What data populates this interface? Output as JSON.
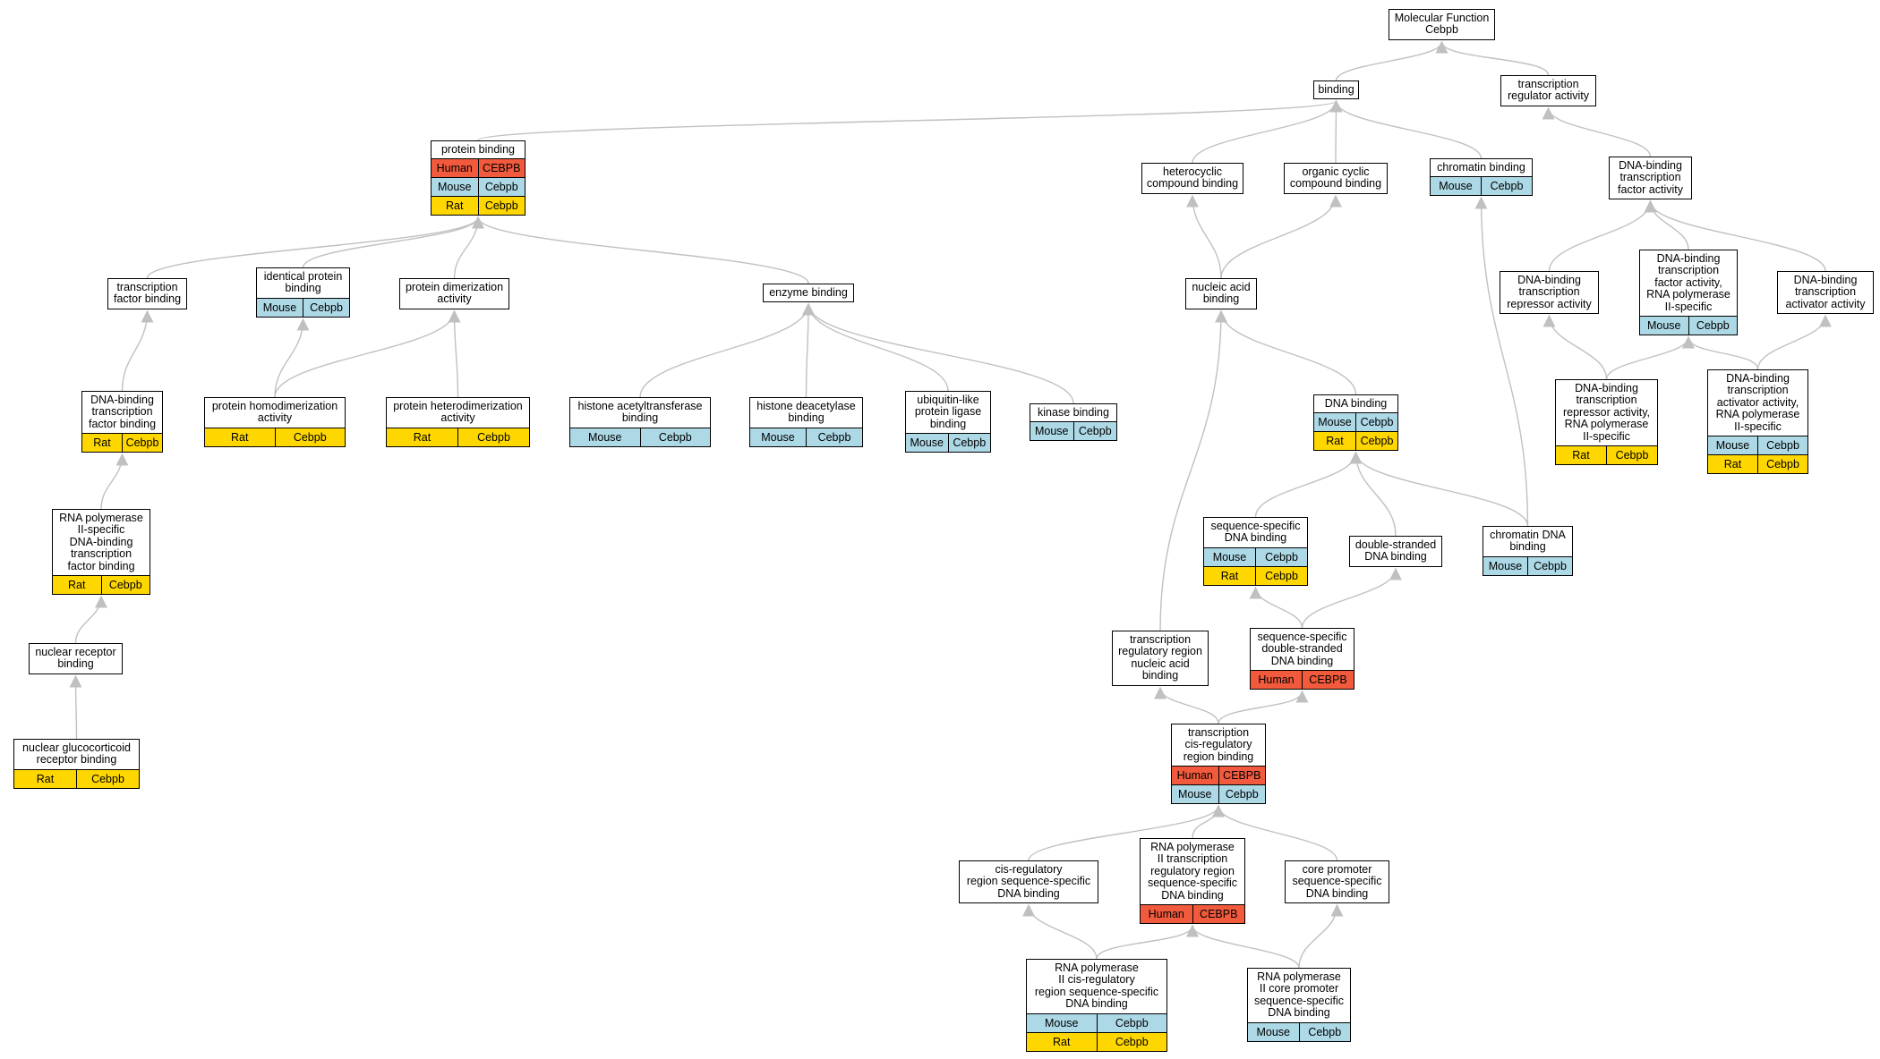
{
  "colors": {
    "Human": "#f15a3c",
    "Mouse": "#add8e6",
    "Rat": "#ffd700",
    "edge": "#c0c0c0",
    "border": "#000000"
  },
  "nodes": [
    {
      "id": "molecular-function",
      "label": "Molecular Function\nCebpb",
      "rows": []
    },
    {
      "id": "binding",
      "label": "binding",
      "rows": []
    },
    {
      "id": "transcription-regulator-activity",
      "label": "transcription\nregulator activity",
      "rows": []
    },
    {
      "id": "protein-binding",
      "label": "protein binding",
      "rows": [
        [
          "Human",
          "CEBPB"
        ],
        [
          "Mouse",
          "Cebpb"
        ],
        [
          "Rat",
          "Cebpb"
        ]
      ]
    },
    {
      "id": "heterocyclic-compound-binding",
      "label": "heterocyclic\ncompound binding",
      "rows": []
    },
    {
      "id": "organic-cyclic-compound-binding",
      "label": "organic cyclic\ncompound binding",
      "rows": []
    },
    {
      "id": "chromatin-binding",
      "label": "chromatin binding",
      "rows": [
        [
          "Mouse",
          "Cebpb"
        ]
      ]
    },
    {
      "id": "dbtf-activity",
      "label": "DNA-binding\ntranscription\nfactor activity",
      "rows": []
    },
    {
      "id": "transcription-factor-binding",
      "label": "transcription\nfactor binding",
      "rows": []
    },
    {
      "id": "identical-protein-binding",
      "label": "identical protein\nbinding",
      "rows": [
        [
          "Mouse",
          "Cebpb"
        ]
      ]
    },
    {
      "id": "protein-dimerization-activity",
      "label": "protein dimerization\nactivity",
      "rows": []
    },
    {
      "id": "enzyme-binding",
      "label": "enzyme binding",
      "rows": []
    },
    {
      "id": "nucleic-acid-binding",
      "label": "nucleic acid\nbinding",
      "rows": []
    },
    {
      "id": "dbt-repressor-activity",
      "label": "DNA-binding\ntranscription\nrepressor activity",
      "rows": []
    },
    {
      "id": "dbtf-activity-rnap2",
      "label": "DNA-binding\ntranscription\nfactor activity,\nRNA polymerase\nII-specific",
      "rows": [
        [
          "Mouse",
          "Cebpb"
        ]
      ]
    },
    {
      "id": "dbt-activator-activity",
      "label": "DNA-binding\ntranscription\nactivator activity",
      "rows": []
    },
    {
      "id": "dbtf-binding",
      "label": "DNA-binding\ntranscription\nfactor binding",
      "rows": [
        [
          "Rat",
          "Cebpb"
        ]
      ]
    },
    {
      "id": "protein-homodimerization-activity",
      "label": "protein homodimerization\nactivity",
      "rows": [
        [
          "Rat",
          "Cebpb"
        ]
      ]
    },
    {
      "id": "protein-heterodimerization-activity",
      "label": "protein heterodimerization\nactivity",
      "rows": [
        [
          "Rat",
          "Cebpb"
        ]
      ]
    },
    {
      "id": "histone-acetyltransferase-binding",
      "label": "histone acetyltransferase\nbinding",
      "rows": [
        [
          "Mouse",
          "Cebpb"
        ]
      ]
    },
    {
      "id": "histone-deacetylase-binding",
      "label": "histone deacetylase\nbinding",
      "rows": [
        [
          "Mouse",
          "Cebpb"
        ]
      ]
    },
    {
      "id": "ubiquitin-like-protein-ligase-binding",
      "label": "ubiquitin-like\nprotein ligase\nbinding",
      "rows": [
        [
          "Mouse",
          "Cebpb"
        ]
      ]
    },
    {
      "id": "kinase-binding",
      "label": "kinase binding",
      "rows": [
        [
          "Mouse",
          "Cebpb"
        ]
      ]
    },
    {
      "id": "dna-binding",
      "label": "DNA binding",
      "rows": [
        [
          "Mouse",
          "Cebpb"
        ],
        [
          "Rat",
          "Cebpb"
        ]
      ]
    },
    {
      "id": "dbt-repressor-activity-rnap2",
      "label": "DNA-binding\ntranscription\nrepressor activity,\nRNA polymerase\nII-specific",
      "rows": [
        [
          "Rat",
          "Cebpb"
        ]
      ]
    },
    {
      "id": "dbt-activator-activity-rnap2",
      "label": "DNA-binding\ntranscription\nactivator activity,\nRNA polymerase\nII-specific",
      "rows": [
        [
          "Mouse",
          "Cebpb"
        ],
        [
          "Rat",
          "Cebpb"
        ]
      ]
    },
    {
      "id": "rnap2-dbtf-binding",
      "label": "RNA polymerase\nII-specific\nDNA-binding\ntranscription\nfactor binding",
      "rows": [
        [
          "Rat",
          "Cebpb"
        ]
      ]
    },
    {
      "id": "sequence-specific-dna-binding",
      "label": "sequence-specific\nDNA binding",
      "rows": [
        [
          "Mouse",
          "Cebpb"
        ],
        [
          "Rat",
          "Cebpb"
        ]
      ]
    },
    {
      "id": "double-stranded-dna-binding",
      "label": "double-stranded\nDNA binding",
      "rows": []
    },
    {
      "id": "chromatin-dna-binding",
      "label": "chromatin DNA\nbinding",
      "rows": [
        [
          "Mouse",
          "Cebpb"
        ]
      ]
    },
    {
      "id": "nuclear-receptor-binding",
      "label": "nuclear receptor\nbinding",
      "rows": []
    },
    {
      "id": "transcription-regulatory-region-nucleic-acid-binding",
      "label": "transcription\nregulatory region\nnucleic acid\nbinding",
      "rows": []
    },
    {
      "id": "sequence-specific-ds-dna-binding",
      "label": "sequence-specific\ndouble-stranded\nDNA binding",
      "rows": [
        [
          "Human",
          "CEBPB"
        ]
      ]
    },
    {
      "id": "nuclear-glucocorticoid-receptor-binding",
      "label": "nuclear glucocorticoid\nreceptor binding",
      "rows": [
        [
          "Rat",
          "Cebpb"
        ]
      ]
    },
    {
      "id": "transcription-cis-regulatory-region-binding",
      "label": "transcription\ncis-regulatory\nregion binding",
      "rows": [
        [
          "Human",
          "CEBPB"
        ],
        [
          "Mouse",
          "Cebpb"
        ]
      ]
    },
    {
      "id": "cis-regulatory-region-ss-dna-binding",
      "label": "cis-regulatory\nregion sequence-specific\nDNA binding",
      "rows": []
    },
    {
      "id": "rnap2-transcription-regulatory-region-ss-dna-binding",
      "label": "RNA polymerase\nII transcription\nregulatory region\nsequence-specific\nDNA binding",
      "rows": [
        [
          "Human",
          "CEBPB"
        ]
      ]
    },
    {
      "id": "core-promoter-ss-dna-binding",
      "label": "core promoter\nsequence-specific\nDNA binding",
      "rows": []
    },
    {
      "id": "rnap2-cis-regulatory-region-ss-dna-binding",
      "label": "RNA polymerase\nII cis-regulatory\nregion sequence-specific\nDNA binding",
      "rows": [
        [
          "Mouse",
          "Cebpb"
        ],
        [
          "Rat",
          "Cebpb"
        ]
      ]
    },
    {
      "id": "rnap2-core-promoter-ss-dna-binding",
      "label": "RNA polymerase\nII core promoter\nsequence-specific\nDNA binding",
      "rows": [
        [
          "Mouse",
          "Cebpb"
        ]
      ]
    }
  ],
  "edges": [
    [
      "binding",
      "molecular-function"
    ],
    [
      "transcription-regulator-activity",
      "molecular-function"
    ],
    [
      "protein-binding",
      "binding"
    ],
    [
      "heterocyclic-compound-binding",
      "binding"
    ],
    [
      "organic-cyclic-compound-binding",
      "binding"
    ],
    [
      "chromatin-binding",
      "binding"
    ],
    [
      "dbtf-activity",
      "transcription-regulator-activity"
    ],
    [
      "transcription-factor-binding",
      "protein-binding"
    ],
    [
      "identical-protein-binding",
      "protein-binding"
    ],
    [
      "protein-dimerization-activity",
      "protein-binding"
    ],
    [
      "enzyme-binding",
      "protein-binding"
    ],
    [
      "nucleic-acid-binding",
      "heterocyclic-compound-binding"
    ],
    [
      "nucleic-acid-binding",
      "organic-cyclic-compound-binding"
    ],
    [
      "dbt-repressor-activity",
      "dbtf-activity"
    ],
    [
      "dbtf-activity-rnap2",
      "dbtf-activity"
    ],
    [
      "dbt-activator-activity",
      "dbtf-activity"
    ],
    [
      "dbtf-binding",
      "transcription-factor-binding"
    ],
    [
      "protein-homodimerization-activity",
      "identical-protein-binding"
    ],
    [
      "protein-homodimerization-activity",
      "protein-dimerization-activity"
    ],
    [
      "protein-heterodimerization-activity",
      "protein-dimerization-activity"
    ],
    [
      "histone-acetyltransferase-binding",
      "enzyme-binding"
    ],
    [
      "histone-deacetylase-binding",
      "enzyme-binding"
    ],
    [
      "ubiquitin-like-protein-ligase-binding",
      "enzyme-binding"
    ],
    [
      "kinase-binding",
      "enzyme-binding"
    ],
    [
      "dna-binding",
      "nucleic-acid-binding"
    ],
    [
      "dbt-repressor-activity-rnap2",
      "dbt-repressor-activity"
    ],
    [
      "dbt-repressor-activity-rnap2",
      "dbtf-activity-rnap2"
    ],
    [
      "dbt-activator-activity-rnap2",
      "dbtf-activity-rnap2"
    ],
    [
      "dbt-activator-activity-rnap2",
      "dbt-activator-activity"
    ],
    [
      "rnap2-dbtf-binding",
      "dbtf-binding"
    ],
    [
      "sequence-specific-dna-binding",
      "dna-binding"
    ],
    [
      "double-stranded-dna-binding",
      "dna-binding"
    ],
    [
      "chromatin-dna-binding",
      "dna-binding"
    ],
    [
      "chromatin-dna-binding",
      "chromatin-binding"
    ],
    [
      "nuclear-receptor-binding",
      "rnap2-dbtf-binding"
    ],
    [
      "transcription-regulatory-region-nucleic-acid-binding",
      "nucleic-acid-binding"
    ],
    [
      "sequence-specific-ds-dna-binding",
      "sequence-specific-dna-binding"
    ],
    [
      "sequence-specific-ds-dna-binding",
      "double-stranded-dna-binding"
    ],
    [
      "nuclear-glucocorticoid-receptor-binding",
      "nuclear-receptor-binding"
    ],
    [
      "transcription-cis-regulatory-region-binding",
      "transcription-regulatory-region-nucleic-acid-binding"
    ],
    [
      "transcription-cis-regulatory-region-binding",
      "sequence-specific-ds-dna-binding"
    ],
    [
      "cis-regulatory-region-ss-dna-binding",
      "transcription-cis-regulatory-region-binding"
    ],
    [
      "rnap2-transcription-regulatory-region-ss-dna-binding",
      "transcription-cis-regulatory-region-binding"
    ],
    [
      "core-promoter-ss-dna-binding",
      "transcription-cis-regulatory-region-binding"
    ],
    [
      "rnap2-cis-regulatory-region-ss-dna-binding",
      "cis-regulatory-region-ss-dna-binding"
    ],
    [
      "rnap2-cis-regulatory-region-ss-dna-binding",
      "rnap2-transcription-regulatory-region-ss-dna-binding"
    ],
    [
      "rnap2-core-promoter-ss-dna-binding",
      "rnap2-transcription-regulatory-region-ss-dna-binding"
    ],
    [
      "rnap2-core-promoter-ss-dna-binding",
      "core-promoter-ss-dna-binding"
    ]
  ]
}
